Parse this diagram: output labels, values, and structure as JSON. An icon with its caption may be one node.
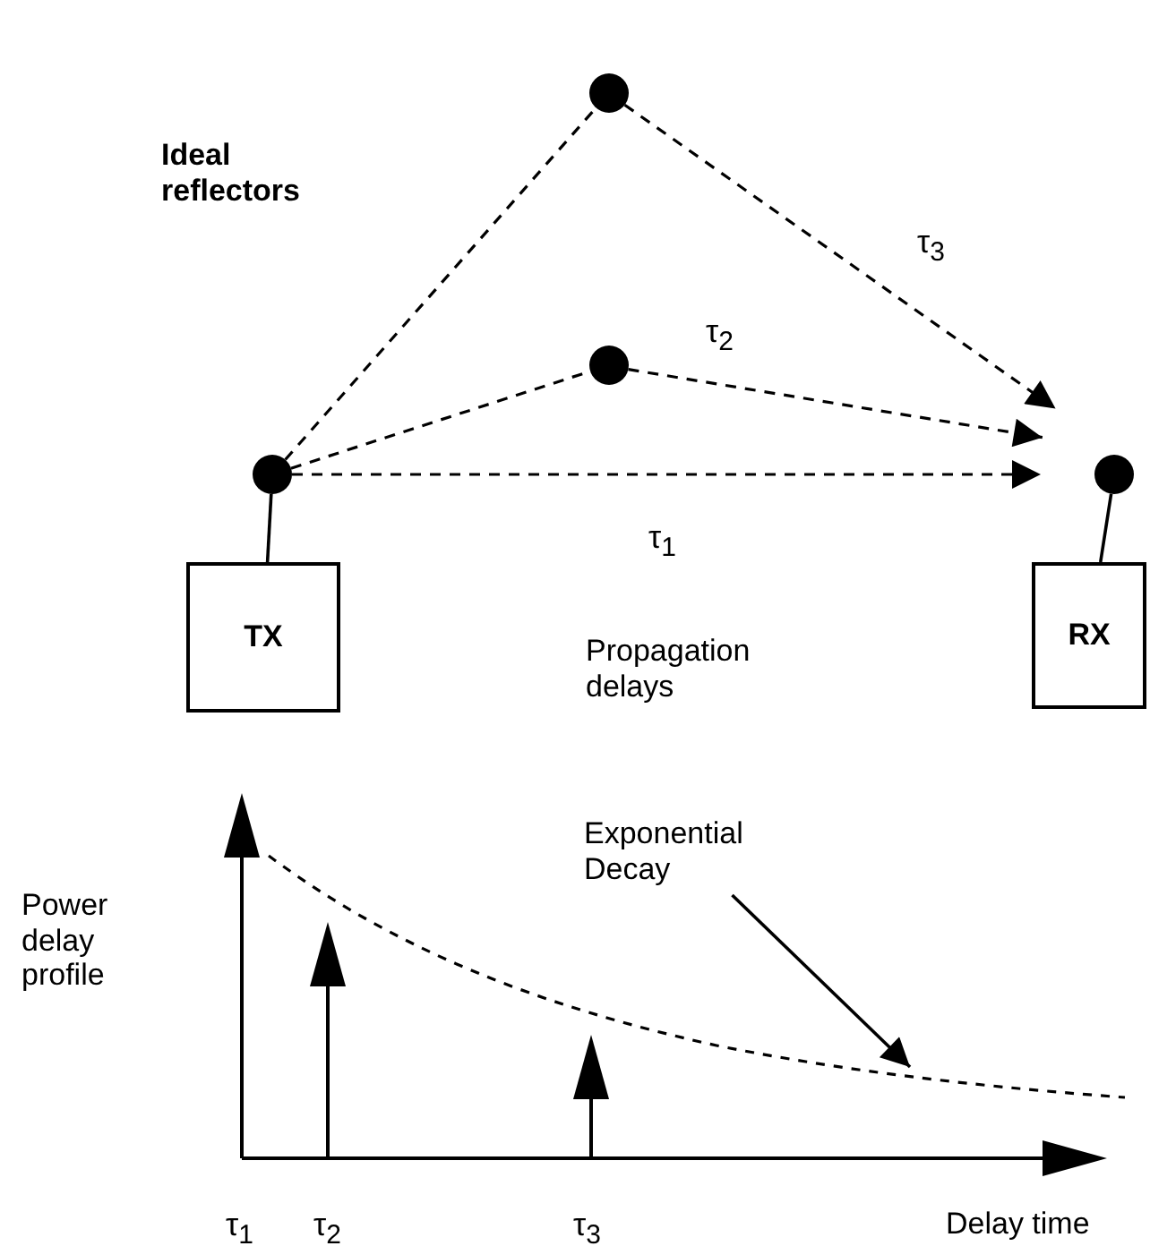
{
  "diagram": {
    "nodes": [
      {
        "text": [
          "TX"
        ]
      },
      {
        "text": [
          "RX"
        ]
      },
      {
        "text": [],
        "shape": "circle"
      },
      {
        "text": [],
        "shape": "circle"
      },
      {
        "text": [],
        "shape": "circle"
      },
      {
        "text": [],
        "shape": "circle"
      },
      {
        "text": [
          "Exponential Decay"
        ]
      },
      {
        "text": [],
        "shape": "curve"
      }
    ],
    "edges": [
      {
        "from": 0,
        "to": 2,
        "arrow": "none"
      },
      {
        "from": 1,
        "to": 5,
        "arrow": "none"
      },
      {
        "from": 2,
        "to": 5,
        "arrow": "to",
        "style": "dashed",
        "label": "τ$_{1}$"
      },
      {
        "from": 2,
        "to": 4,
        "arrow": "none",
        "style": "dashed"
      },
      {
        "from": 4,
        "to": 5,
        "arrow": "to",
        "style": "dashed",
        "label": "τ$_{2}$"
      },
      {
        "from": 2,
        "to": 3,
        "arrow": "none",
        "style": "dashed"
      },
      {
        "from": 3,
        "to": 5,
        "arrow": "to",
        "style": "dashed",
        "label": "τ$_{3}$"
      },
      {
        "from": 6,
        "to": 7,
        "arrow": "to"
      }
    ],
    "labels": [
      "Ideal reflectors",
      "Propagation delays",
      "Power delay profile",
      "τ$_{1}$",
      "τ$_{2}$",
      "τ$_{3}$",
      "Delay time"
    ]
  }
}
